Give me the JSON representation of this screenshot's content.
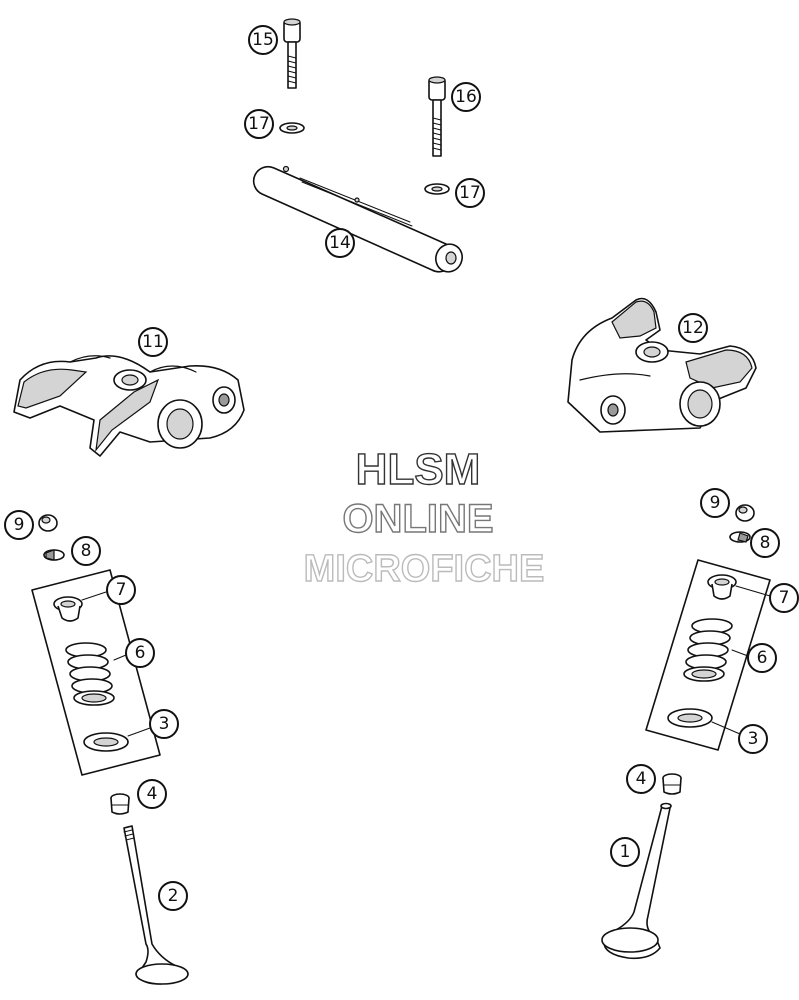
{
  "callouts": {
    "c1": "1",
    "c2": "2",
    "c3a": "3",
    "c3b": "3",
    "c4a": "4",
    "c4b": "4",
    "c6a": "6",
    "c6b": "6",
    "c7a": "7",
    "c7b": "7",
    "c8a": "8",
    "c8b": "8",
    "c9a": "9",
    "c9b": "9",
    "c11": "11",
    "c12": "12",
    "c14": "14",
    "c15": "15",
    "c16": "16",
    "c17a": "17",
    "c17b": "17"
  },
  "watermark": {
    "line1": "HLSM",
    "line2": "ONLINE",
    "line3": "MICROFICHE"
  },
  "colors": {
    "watermark_line1": "#333333",
    "watermark_line2": "#777777",
    "watermark_line3": "#bbbbbb"
  }
}
